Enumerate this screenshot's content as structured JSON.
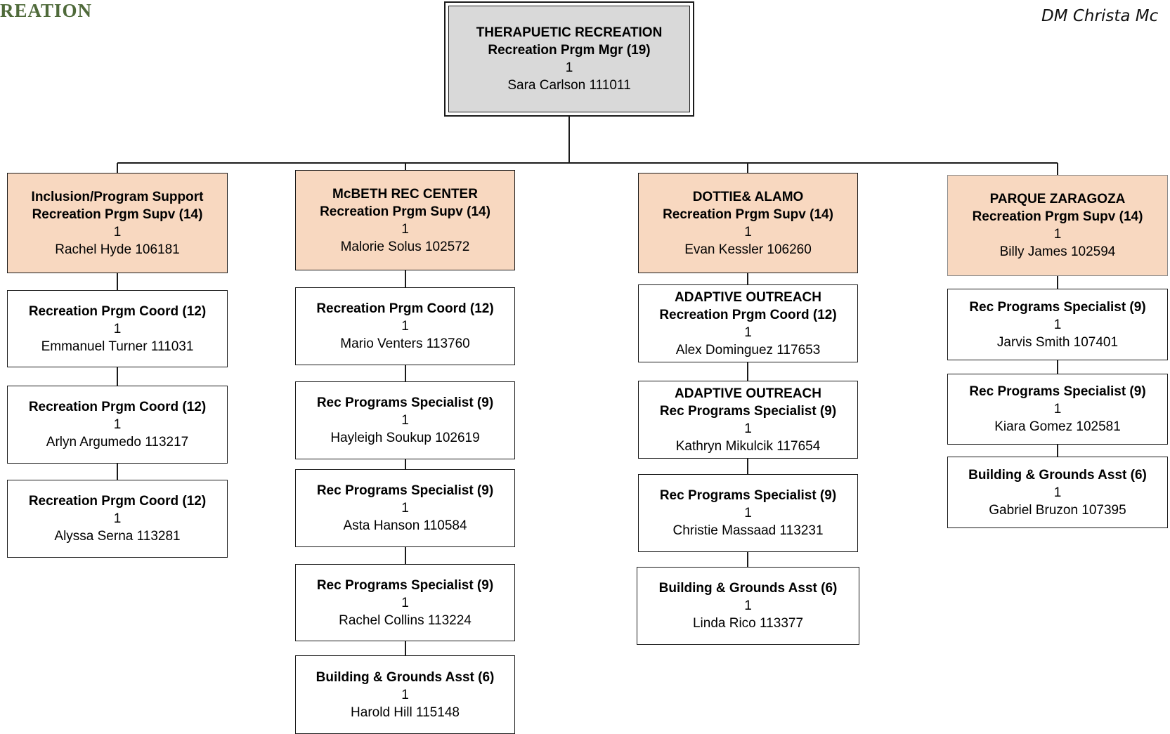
{
  "header": {
    "logo_text": "REATION",
    "author": "DM Christa Mc"
  },
  "root": {
    "lines": [
      "THERAPUETIC RECREATION",
      "Recreation Prgm Mgr (19)"
    ],
    "count": "1",
    "person": "Sara Carlson  111011"
  },
  "columns": [
    {
      "supervisor": {
        "lines": [
          "Inclusion/Program Support",
          "Recreation Prgm Supv (14)"
        ],
        "count": "1",
        "person": "Rachel Hyde 106181"
      },
      "staff": [
        {
          "lines": [
            "Recreation Prgm Coord (12)"
          ],
          "count": "1",
          "person": "Emmanuel Turner 111031"
        },
        {
          "lines": [
            "Recreation Prgm Coord (12)"
          ],
          "count": "1",
          "person": "Arlyn Argumedo 113217"
        },
        {
          "lines": [
            "Recreation Prgm Coord (12)"
          ],
          "count": "1",
          "person": "Alyssa Serna 113281"
        }
      ]
    },
    {
      "supervisor": {
        "lines": [
          "McBETH REC CENTER",
          "Recreation Prgm Supv (14)"
        ],
        "count": "1",
        "person": "Malorie Solus 102572"
      },
      "staff": [
        {
          "lines": [
            "Recreation Prgm Coord (12)"
          ],
          "count": "1",
          "person": "Mario Venters 113760"
        },
        {
          "lines": [
            "Rec Programs Specialist (9)"
          ],
          "count": "1",
          "person": "Hayleigh Soukup 102619"
        },
        {
          "lines": [
            "Rec Programs Specialist (9)"
          ],
          "count": "1",
          "person": "Asta Hanson 110584"
        },
        {
          "lines": [
            "Rec Programs Specialist (9)"
          ],
          "count": "1",
          "person": "Rachel Collins 113224"
        },
        {
          "lines": [
            "Building & Grounds Asst (6)"
          ],
          "count": "1",
          "person": "Harold Hill 115148"
        }
      ]
    },
    {
      "supervisor": {
        "lines": [
          "DOTTIE& ALAMO",
          "Recreation Prgm Supv (14)"
        ],
        "count": "1",
        "person": "Evan Kessler 106260"
      },
      "staff": [
        {
          "lines": [
            "ADAPTIVE OUTREACH",
            "Recreation Prgm Coord (12)"
          ],
          "count": "1",
          "person": "Alex Dominguez 117653"
        },
        {
          "lines": [
            "ADAPTIVE OUTREACH",
            "Rec Programs Specialist (9)"
          ],
          "count": "1",
          "person": "Kathryn Mikulcik 117654"
        },
        {
          "lines": [
            "Rec Programs Specialist (9)"
          ],
          "count": "1",
          "person": "Christie Massaad 113231"
        },
        {
          "lines": [
            "Building & Grounds Asst (6)"
          ],
          "count": "1",
          "person": "Linda Rico 113377"
        }
      ]
    },
    {
      "supervisor": {
        "lines": [
          "PARQUE ZARAGOZA",
          "Recreation Prgm Supv (14)"
        ],
        "count": "1",
        "person": "Billy James 102594"
      },
      "staff": [
        {
          "lines": [
            "Rec Programs Specialist (9)"
          ],
          "count": "1",
          "person": "Jarvis Smith 107401"
        },
        {
          "lines": [
            "Rec Programs Specialist (9)"
          ],
          "count": "1",
          "person": "Kiara Gomez 102581"
        },
        {
          "lines": [
            "Building & Grounds Asst (6)"
          ],
          "count": "1",
          "person": "Gabriel Bruzon 107395"
        }
      ]
    }
  ]
}
